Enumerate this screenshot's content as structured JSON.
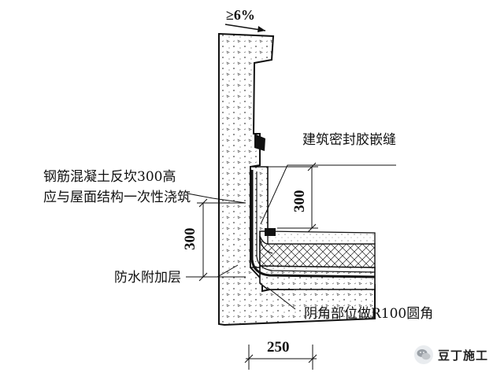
{
  "diagram": {
    "slope_label": "≥6%",
    "sealant_label": "建筑密封胶嵌缝",
    "upstand_label_line1": "钢筋混凝土反坎300高",
    "upstand_label_line2": "应与屋面结构一次性浇筑",
    "waterproof_label": "防水附加层",
    "corner_label": "阴角部位做R100圆角",
    "dim_left_height": "300",
    "dim_right_height": "300",
    "dim_bottom_width": "250"
  },
  "watermark": {
    "text": "豆丁施工",
    "icon": "wechat-icon"
  }
}
